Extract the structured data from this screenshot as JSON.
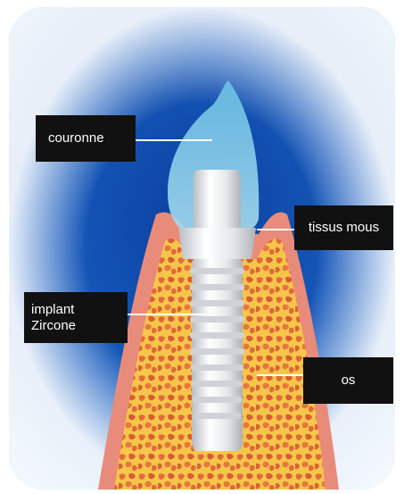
{
  "labels": {
    "crown": "couronne",
    "soft_tissue": "tissus mous",
    "implant": "implant\nZircone",
    "bone": "os"
  },
  "colors": {
    "background_blue": "#0f4fb4",
    "halo": "#9fd0ea",
    "gum": "#e98b7a",
    "bone": "#f0b33a",
    "implant": "#e9ecef",
    "crown": "#8fd0e8",
    "label_bg": "#111111",
    "label_text": "#ffffff"
  }
}
